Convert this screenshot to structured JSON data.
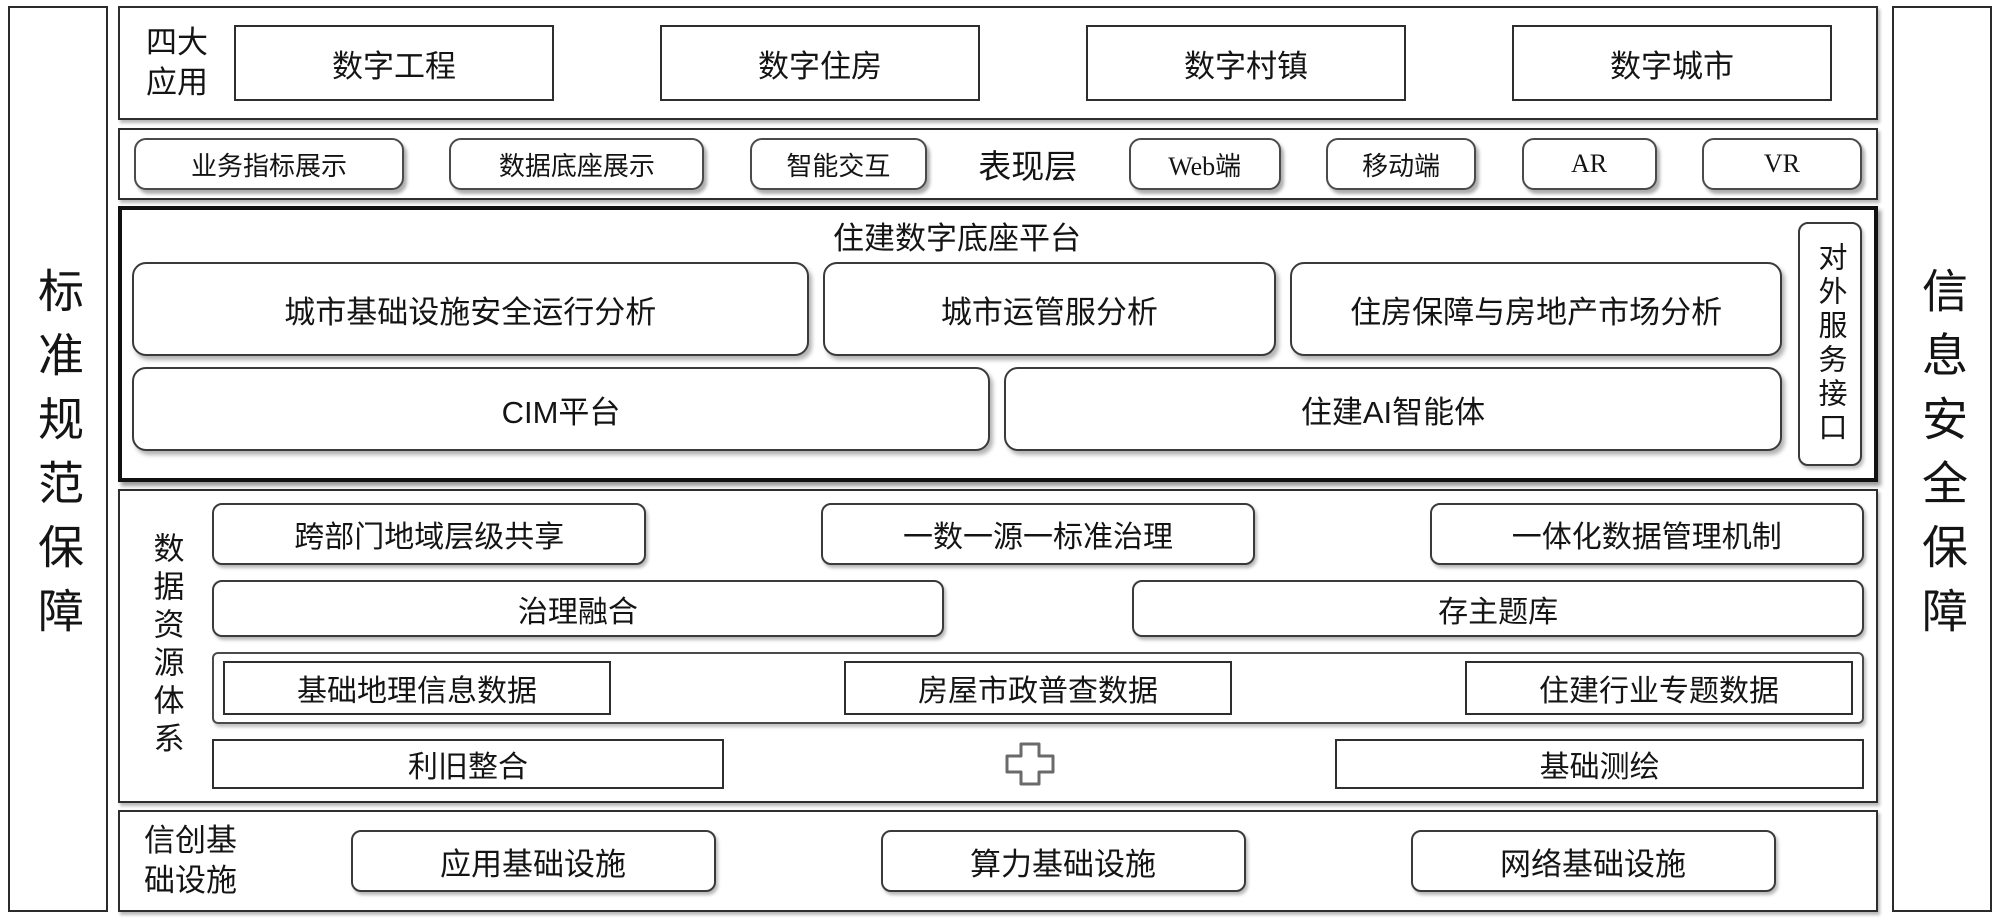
{
  "diagram": {
    "left_pillar": "标准规范保障",
    "right_pillar": "信息安全保障",
    "apps": {
      "label": "四大应用",
      "items": [
        "数字工程",
        "数字住房",
        "数字村镇",
        "数字城市"
      ]
    },
    "presentation": {
      "label": "表现层",
      "display_buttons": [
        "业务指标展示",
        "数据底座展示",
        "智能交互"
      ],
      "channel_buttons": [
        "Web端",
        "移动端",
        "AR",
        "VR"
      ]
    },
    "platform": {
      "title": "住建数字底座平台",
      "analysis": [
        "城市基础设施安全运行分析",
        "城市运管服分析",
        "住房保障与房地产市场分析"
      ],
      "base": [
        "CIM平台",
        "住建AI智能体"
      ],
      "external_interface": "对外服务接口"
    },
    "data_resources": {
      "label": "数据资源体系",
      "governance": [
        "跨部门地域层级共享",
        "一数一源一标准治理",
        "一体化数据管理机制"
      ],
      "fusion": [
        "治理融合",
        "存主题库"
      ],
      "datasets": [
        "基础地理信息数据",
        "房屋市政普查数据",
        "住建行业专题数据"
      ],
      "bottom": {
        "left": "利旧整合",
        "right": "基础测绘"
      }
    },
    "infrastructure": {
      "label": "信创基础设施",
      "items": [
        "应用基础设施",
        "算力基础设施",
        "网络基础设施"
      ]
    },
    "icons": {
      "merge": "plus-icon"
    },
    "colors": {
      "border_dark": "#111111",
      "border_mid": "#3a3a3a",
      "background": "#ffffff"
    }
  }
}
